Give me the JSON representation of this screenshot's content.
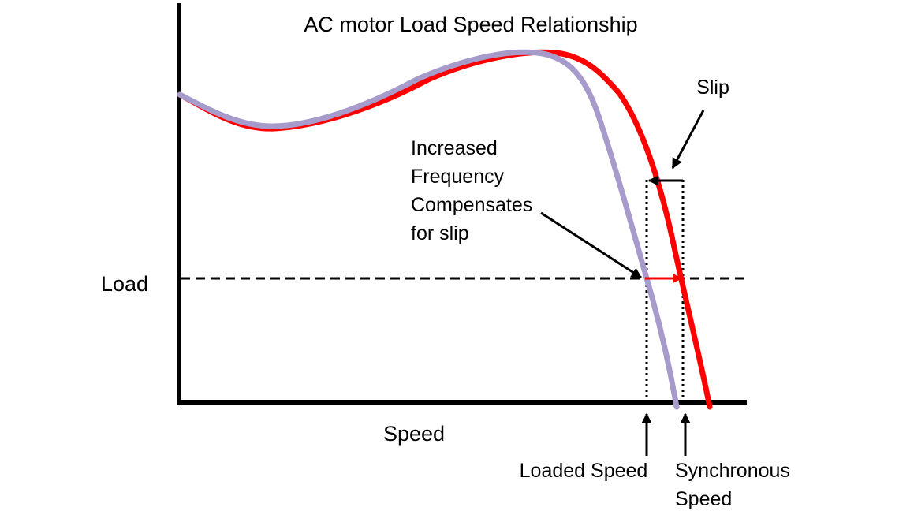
{
  "title": "AC motor Load Speed Relationship",
  "axes": {
    "y_label": "Load",
    "x_label": "Speed"
  },
  "annotations": {
    "slip": "Slip",
    "compensation": [
      "Increased",
      "Frequency",
      "Compensates",
      "for slip"
    ],
    "loaded_speed": "Loaded Speed",
    "synchronous_speed": [
      "Synchronous",
      "Speed"
    ]
  },
  "colors": {
    "original_curve": "#ff0000",
    "compensated_curve": "#a79bcc",
    "axes": "#000000",
    "load_line": "#000000",
    "shift_arrow": "#ff0000"
  }
}
